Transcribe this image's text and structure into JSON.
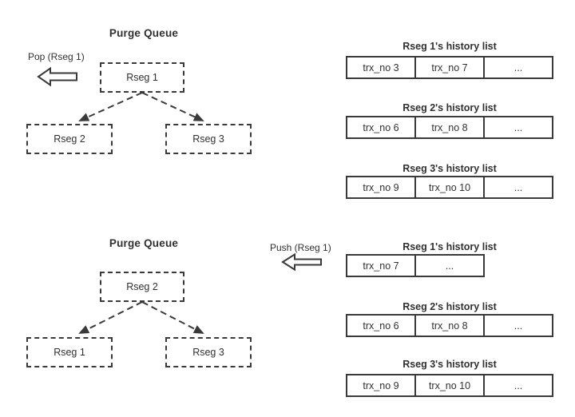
{
  "colors": {
    "line": "#3a3a3a",
    "text": "#303030",
    "background": "#ffffff"
  },
  "top": {
    "queue": {
      "title": "Purge Queue",
      "action_label": "Pop (Rseg 1)",
      "root": "Rseg 1",
      "left_child": "Rseg 2",
      "right_child": "Rseg 3"
    },
    "lists": [
      {
        "title": "Rseg 1's history list",
        "cells": [
          "trx_no 3",
          "trx_no 7",
          "..."
        ]
      },
      {
        "title": "Rseg 2's history list",
        "cells": [
          "trx_no 6",
          "trx_no 8",
          "..."
        ]
      },
      {
        "title": "Rseg 3's history list",
        "cells": [
          "trx_no 9",
          "trx_no 10",
          "..."
        ]
      }
    ]
  },
  "bottom": {
    "queue": {
      "title": "Purge Queue",
      "action_label": "Push (Rseg 1)",
      "root": "Rseg 2",
      "left_child": "Rseg 1",
      "right_child": "Rseg 3"
    },
    "lists": [
      {
        "title": "Rseg 1's history list",
        "cells": [
          "trx_no 7",
          "..."
        ]
      },
      {
        "title": "Rseg 2's history list",
        "cells": [
          "trx_no 6",
          "trx_no 8",
          "..."
        ]
      },
      {
        "title": "Rseg 3's history list",
        "cells": [
          "trx_no 9",
          "trx_no 10",
          "..."
        ]
      }
    ]
  }
}
